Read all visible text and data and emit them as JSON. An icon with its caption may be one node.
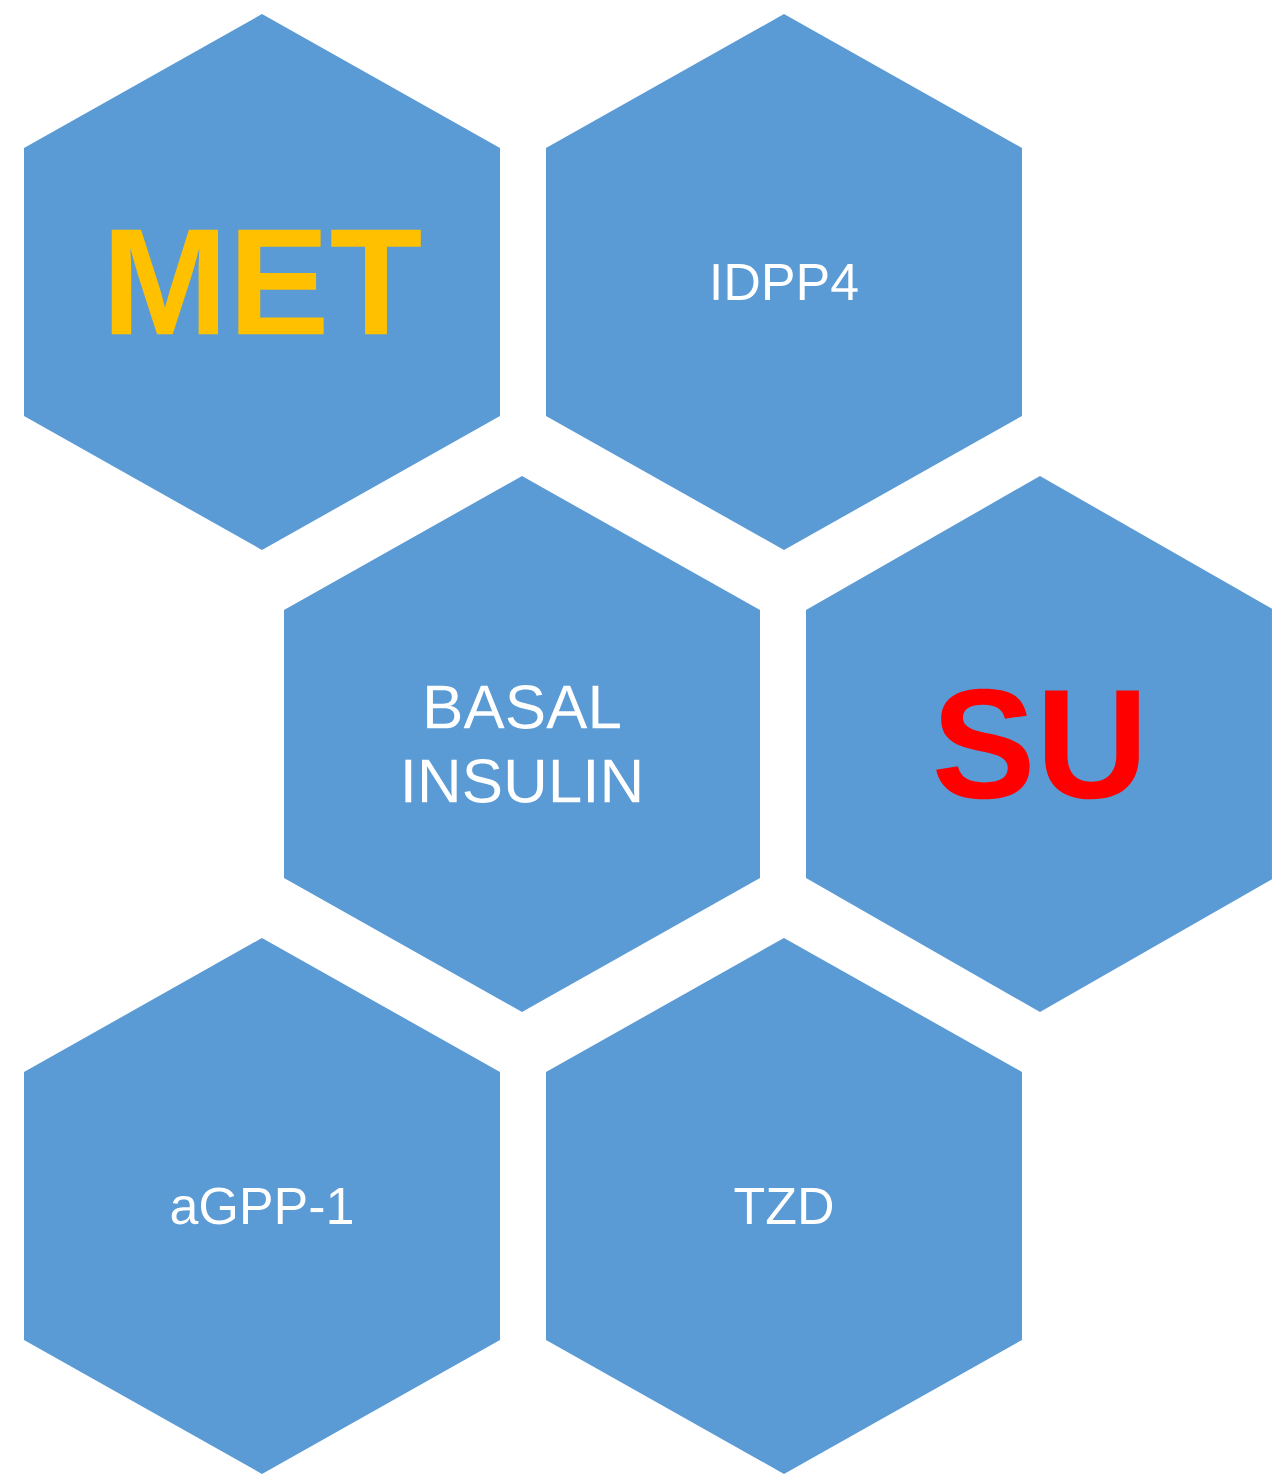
{
  "diagram": {
    "nodes": [
      {
        "text": [
          "MET"
        ]
      },
      {
        "text": [
          "IDPP4"
        ]
      },
      {
        "text": [
          "BASAL INSULIN"
        ]
      },
      {
        "text": [
          "SU"
        ]
      },
      {
        "text": [
          "aGPP-1"
        ]
      },
      {
        "text": [
          "TZD"
        ]
      }
    ]
  }
}
